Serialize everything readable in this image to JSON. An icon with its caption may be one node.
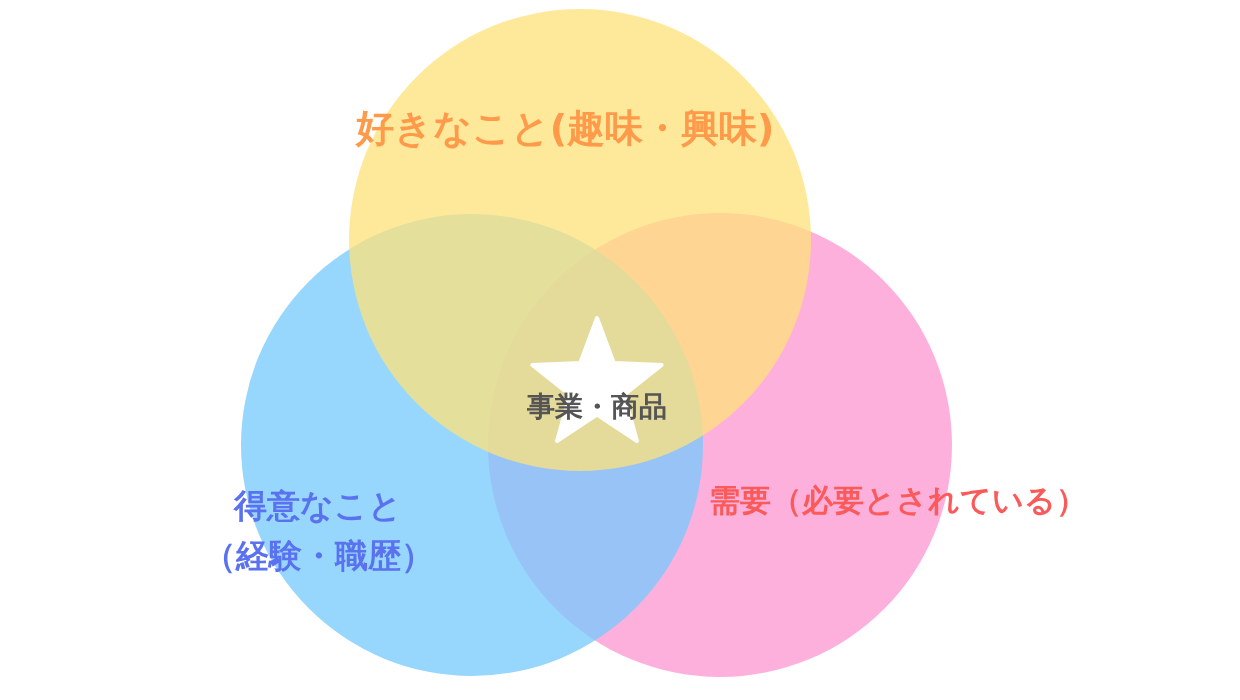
{
  "diagram": {
    "nodes": [
      {
        "text": [
          "好きなこと(趣味・興味)"
        ]
      },
      {
        "text": [
          "得意なこと（経験・職歴）"
        ]
      },
      {
        "text": [
          "需要（必要とされている）"
        ]
      },
      {
        "text": [
          "事業・商品"
        ]
      }
    ],
    "edges": []
  }
}
